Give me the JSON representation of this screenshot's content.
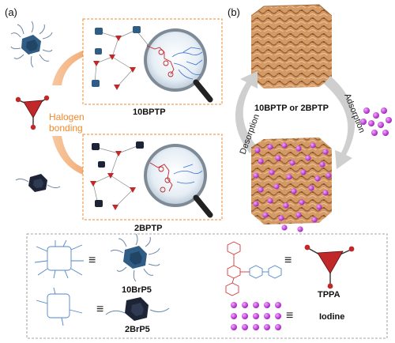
{
  "panels": {
    "a": "(a)",
    "b": "(b)"
  },
  "halogen_label_line1": "Halogen",
  "halogen_label_line2": "bonding",
  "framework_labels": {
    "top": "10BPTP",
    "bottom": "2BPTP"
  },
  "center_label": "10BPTP or 2BPTP",
  "arc_labels": {
    "right": "Adsorption",
    "left": "Desorption"
  },
  "legend": {
    "item1": "10BrP5",
    "item2": "2BrP5",
    "item3": "TPPA",
    "item4": "Iodine"
  },
  "colors": {
    "orange": "#f08a2c",
    "macrocycle_blue": "#2f5d86",
    "macrocycle_dark": "#1c2436",
    "tppa_red": "#c0282a",
    "iodine_purple": "#c03ad6",
    "framework_brown": "#d49a66"
  }
}
